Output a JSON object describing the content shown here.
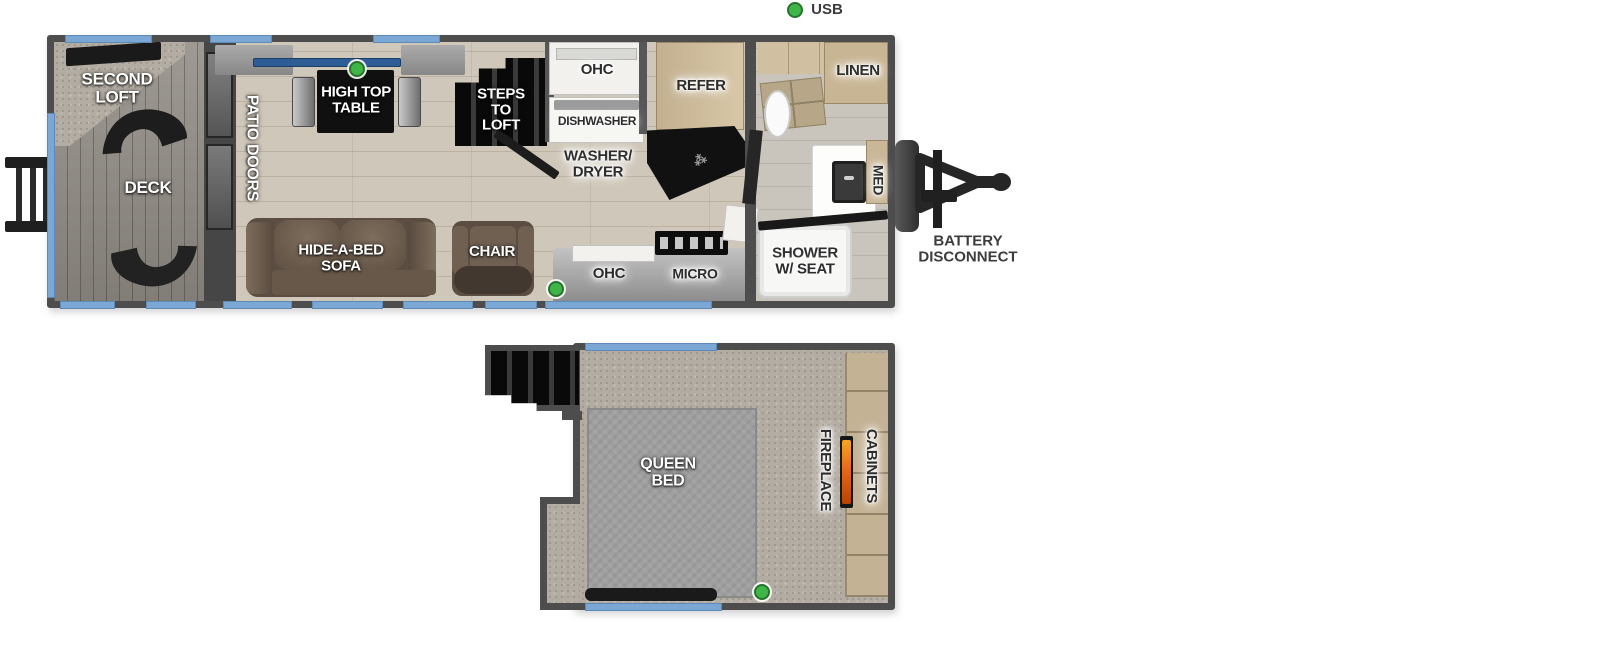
{
  "legend": {
    "usb_label": "USB"
  },
  "colors": {
    "wall": "#4d4d4d",
    "window_blue": "#7aa7d4",
    "usb_dot_green": "#3fb548",
    "counter_tv_blue": "#2d5d94",
    "cabinet_tan": "#cdbb9d",
    "sofa_brown": "#5b4d41",
    "fireplace_flame": "#e8691c",
    "floor_wood": "#cfc7b9",
    "carpet_gray": "#b3aca2"
  },
  "main_floor": {
    "rear": {
      "second_loft_label": "SECOND\nLOFT",
      "deck_label": "DECK",
      "patio_doors_label": "PATIO DOORS"
    },
    "living": {
      "high_top_table_label": "HIGH TOP\nTABLE",
      "steps_to_loft_label": "STEPS\nTO\nLOFT",
      "sofa_label": "HIDE-A-BED\nSOFA",
      "chair_label": "CHAIR"
    },
    "kitchen": {
      "ohc_top_label": "OHC",
      "dishwasher_label": "DISHWASHER",
      "washer_dryer_label": "WASHER/\nDRYER",
      "refer_label": "REFER",
      "ohc_bottom_label": "OHC",
      "micro_label": "MICRO"
    },
    "bathroom": {
      "linen_label": "LINEN",
      "med_label": "MED",
      "shower_label": "SHOWER\nW/ SEAT"
    },
    "exterior": {
      "battery_disconnect_label": "BATTERY\nDISCONNECT"
    }
  },
  "loft_floor": {
    "queen_bed_label": "QUEEN\nBED",
    "fireplace_label": "FIREPLACE",
    "cabinets_label": "CABINETS"
  }
}
